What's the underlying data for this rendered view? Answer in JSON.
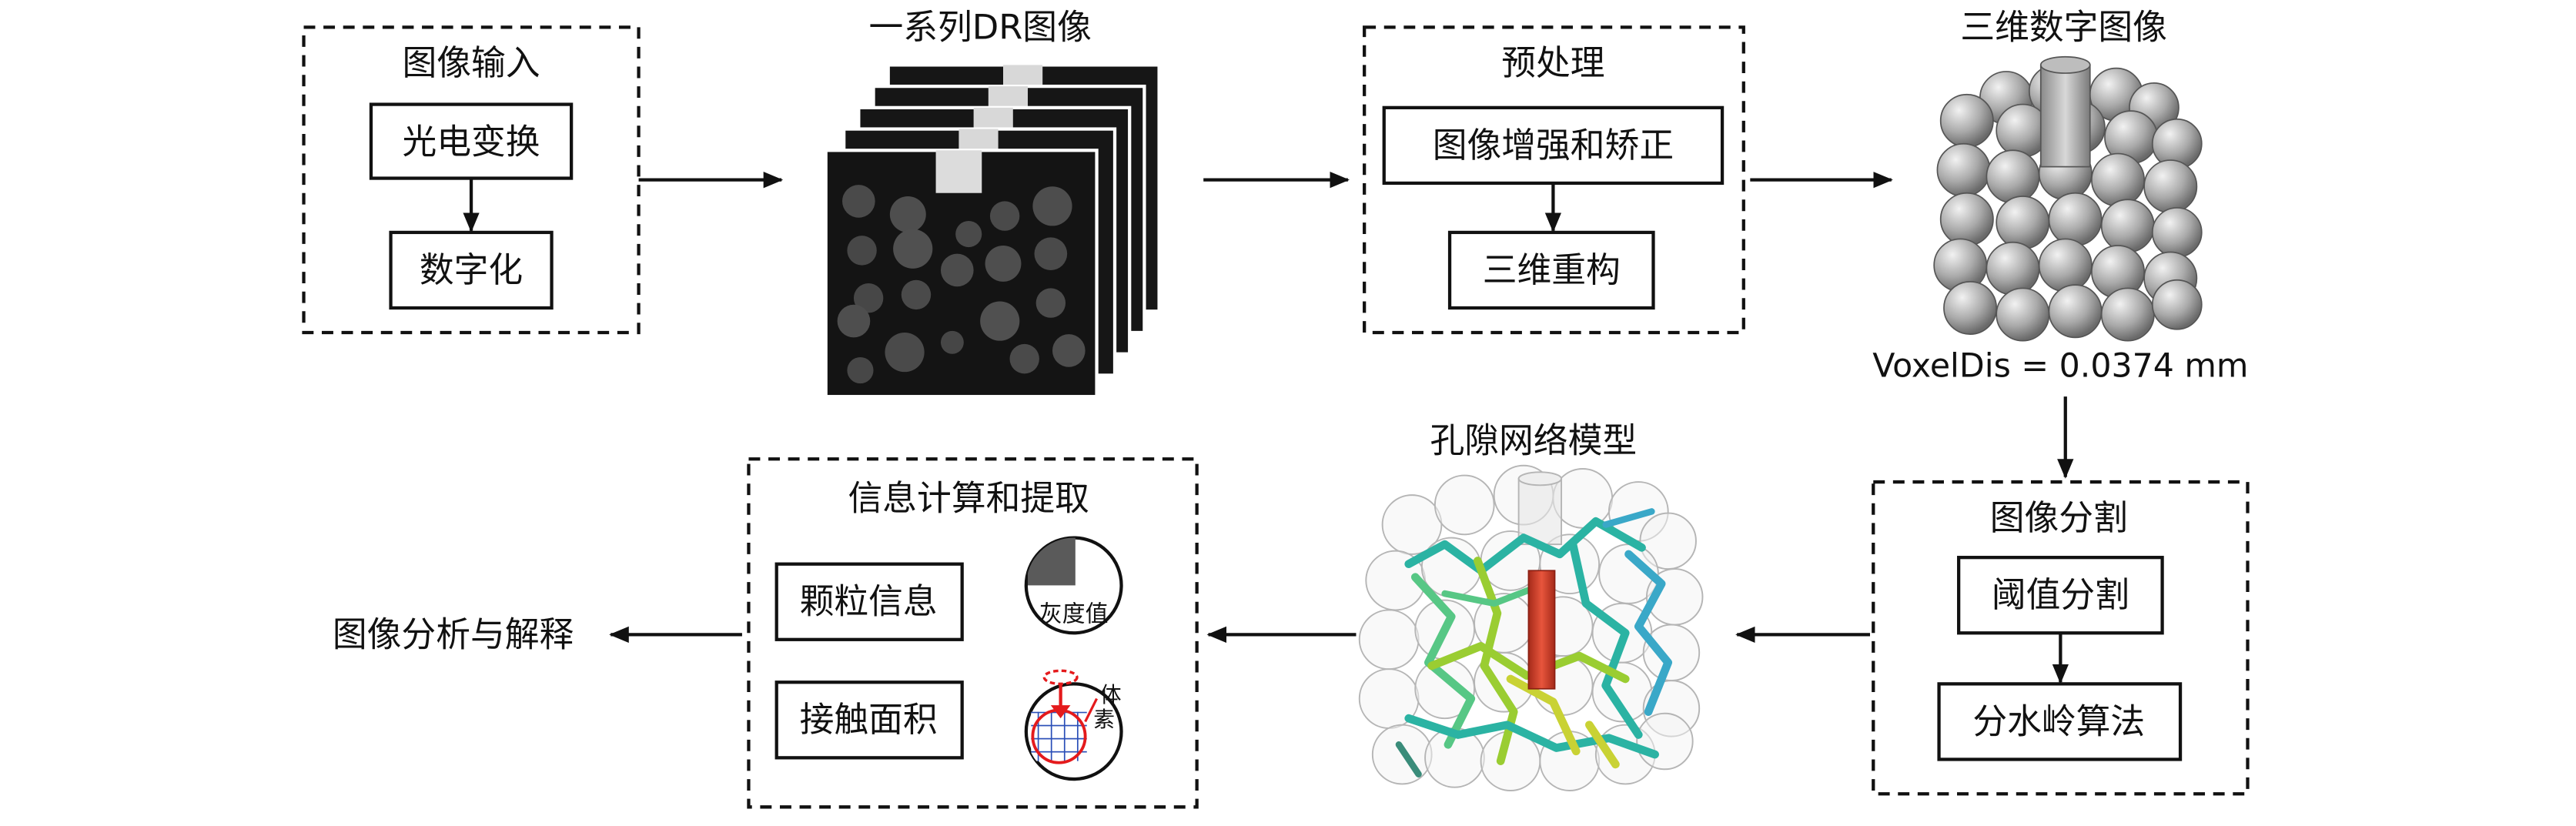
{
  "input_group": {
    "title": "图像输入",
    "step1": "光电变换",
    "step2": "数字化"
  },
  "dr_series": {
    "title": "一系列DR图像"
  },
  "preprocess_group": {
    "title": "预处理",
    "step1": "图像增强和矫正",
    "step2": "三维重构"
  },
  "digital3d": {
    "title": "三维数字图像",
    "voxel_label": "VoxelDis = 0.0374 mm"
  },
  "segmentation_group": {
    "title": "图像分割",
    "step1": "阈值分割",
    "step2": "分水岭算法"
  },
  "pore_network": {
    "title": "孔隙网络模型"
  },
  "info_group": {
    "title": "信息计算和提取",
    "item1": "颗粒信息",
    "item2": "接触面积",
    "gray_label": "灰度值",
    "voxel_char1": "体",
    "voxel_char2": "素"
  },
  "final": {
    "label": "图像分析与解释"
  },
  "colors": {
    "stroke": "#111111",
    "highlight": "#e41a1c",
    "grid": "#2b4fb8",
    "pipe_a": "#2bb3a3",
    "pipe_b": "#9acd32",
    "pipe_red": "#d9412b"
  }
}
